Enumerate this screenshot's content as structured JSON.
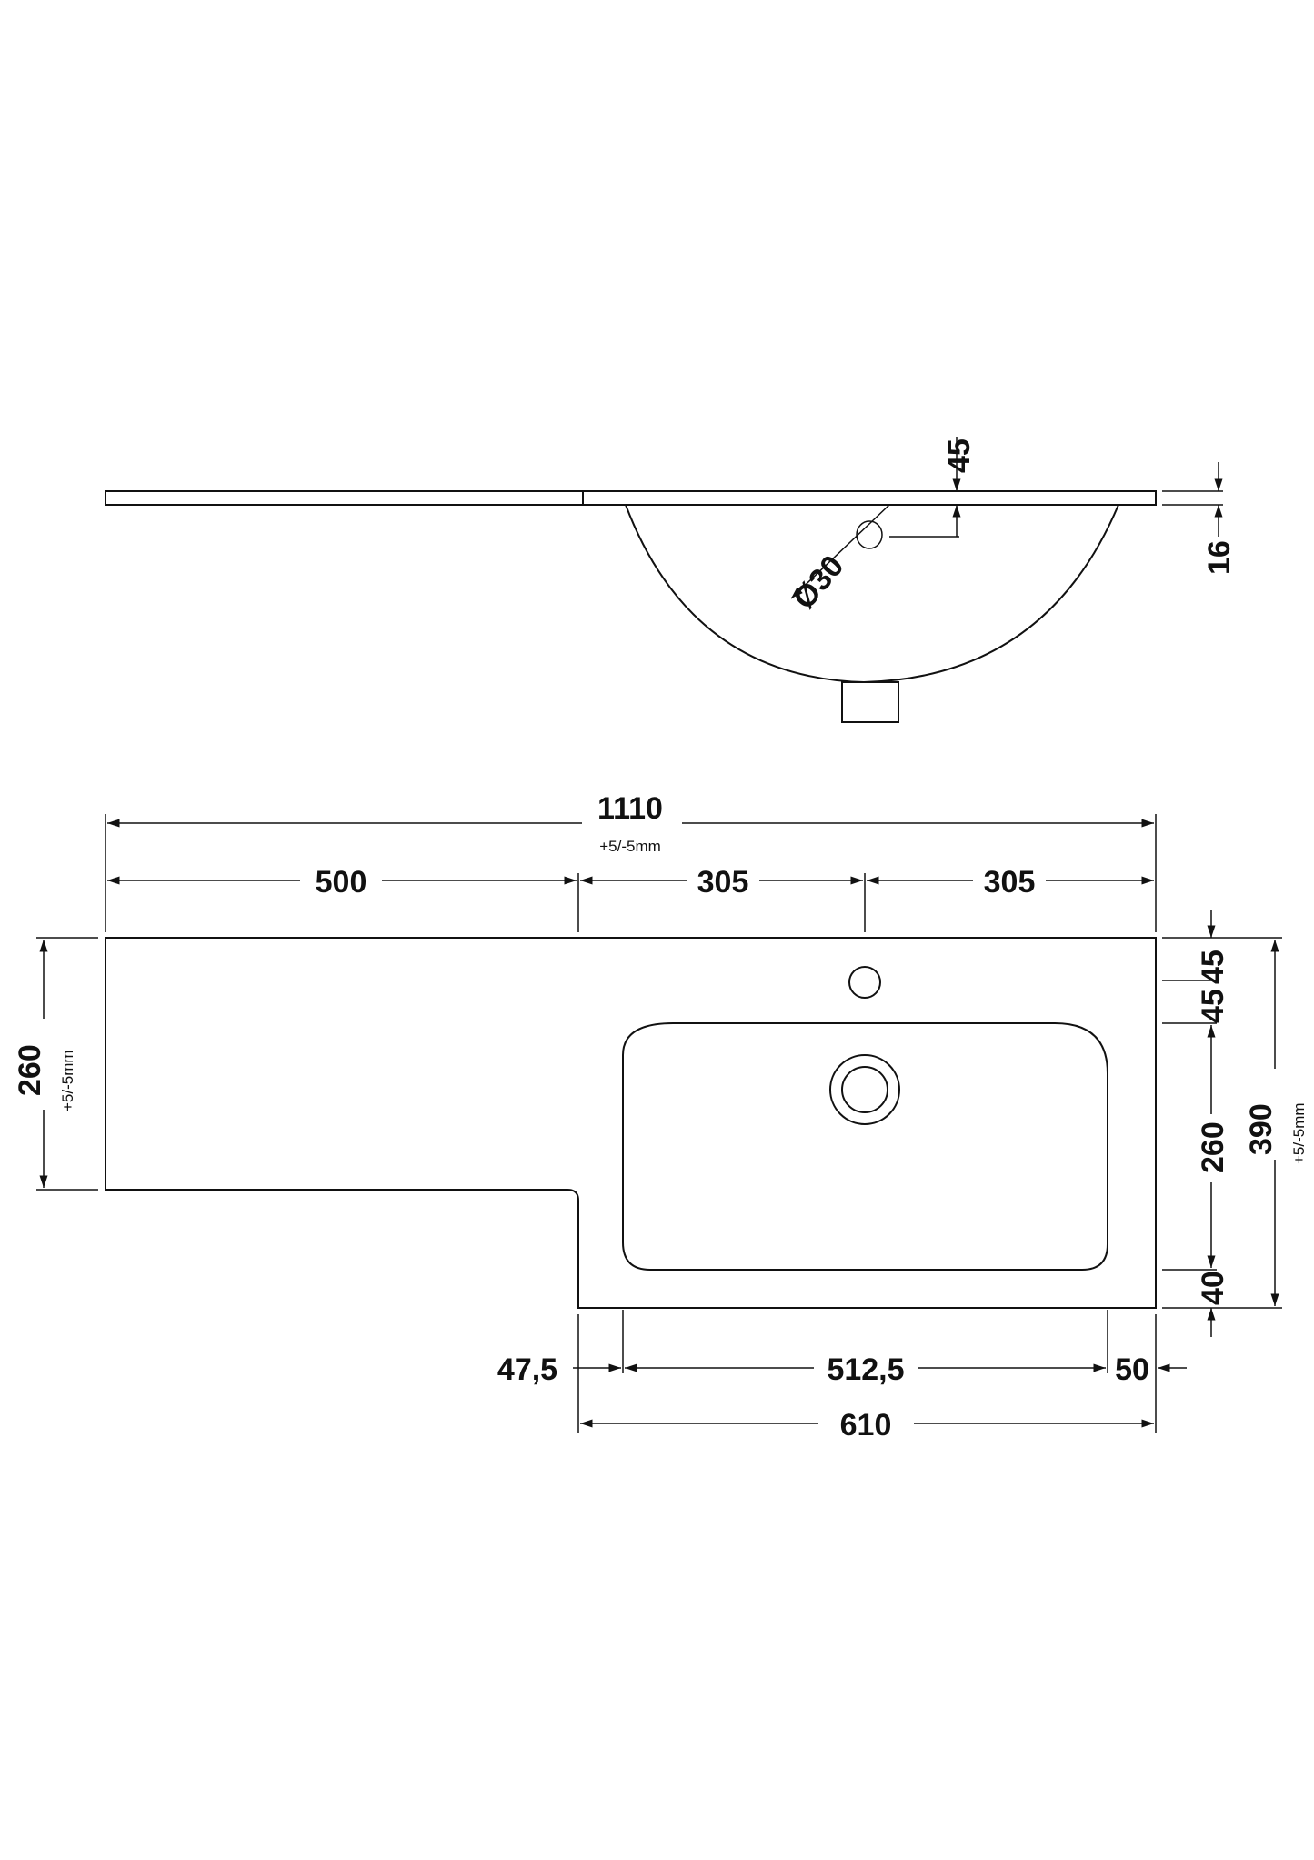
{
  "side_view": {
    "hole_offset": "45",
    "hole_diameter": "Ø30",
    "thickness": "16"
  },
  "plan_view": {
    "overall_width": "1110",
    "overall_width_tol": "+5/-5mm",
    "seg_left": "500",
    "seg_mid": "305",
    "seg_right": "305",
    "left_depth": "260",
    "left_depth_tol": "+5/-5mm",
    "right_top_45a": "45",
    "right_top_45b": "45",
    "right_bowl": "260",
    "right_bottom": "40",
    "overall_depth": "390",
    "overall_depth_tol": "+5/-5mm",
    "bottom_left": "47,5",
    "bottom_bowl": "512,5",
    "bottom_right": "50",
    "basin_width": "610"
  }
}
